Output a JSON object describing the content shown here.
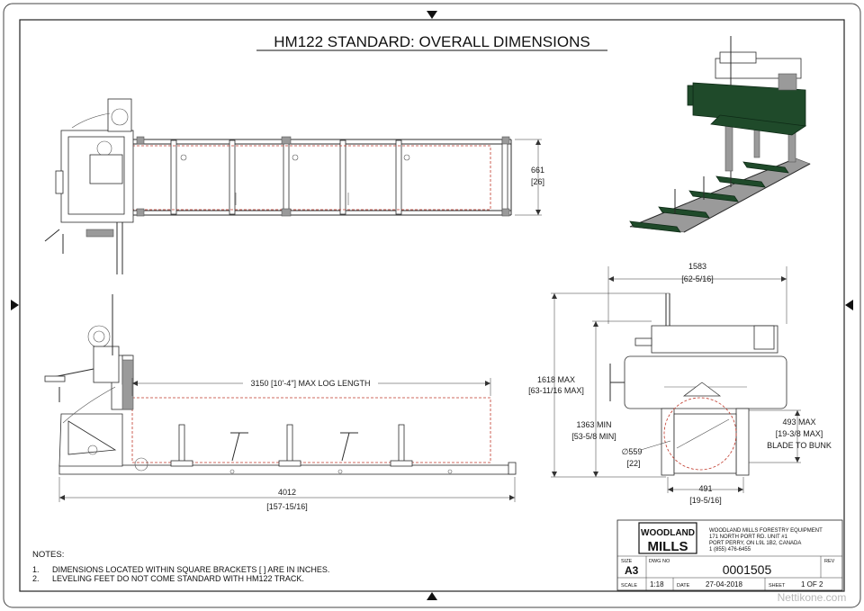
{
  "title": "HM122 STANDARD: OVERALL DIMENSIONS",
  "top_view": {
    "height_mm": "661",
    "height_in": "[26]"
  },
  "side_view": {
    "log_length": "3150 [10'-4\"] MAX LOG LENGTH",
    "overall_mm": "4012",
    "overall_in": "[157-15/16]"
  },
  "end_view": {
    "width_mm": "1583",
    "width_in": "[62-5/16]",
    "max_height_mm": "1618 MAX",
    "max_height_in": "[63-11/16 MAX]",
    "min_height_mm": "1363 MIN",
    "min_height_in": "[53-5/8 MIN]",
    "diameter_mm": "∅559",
    "diameter_in": "[22]",
    "blade_mm": "493 MAX",
    "blade_in": "[19-3/8 MAX]",
    "blade_label": "BLADE TO BUNK",
    "bottom_mm": "491",
    "bottom_in": "[19-5/16]"
  },
  "notes": {
    "heading": "NOTES:",
    "items": [
      {
        "num": "1.",
        "text": "DIMENSIONS LOCATED WITHIN SQUARE BRACKETS [ ] ARE IN INCHES."
      },
      {
        "num": "2.",
        "text": "LEVELING FEET DO NOT COME STANDARD WITH HM122 TRACK."
      }
    ]
  },
  "title_block": {
    "logo_line1": "WOODLAND",
    "logo_line2": "MILLS",
    "company": "WOODLAND MILLS FORESTRY EQUIPMENT",
    "address1": "171 NORTH PORT RD. UNIT #1",
    "address2": "PORT PERRY, ON L9L 1B2, CANADA",
    "phone": "1 (855) 476-6455",
    "size_label": "SIZE",
    "size_value": "A3",
    "dwg_label": "DWG NO",
    "dwg_value": "0001505",
    "rev_label": "REV",
    "scale_label": "SCALE",
    "scale_value": "1:18",
    "date_label": "DATE",
    "date_value": "27-04-2018",
    "sheet_label": "SHEET",
    "sheet_value": "1 OF 2"
  },
  "watermark": "Nettikone.com",
  "colors": {
    "frame": "#2b2b2b",
    "log_outline": "#c0392b",
    "head_green": "#1f4a2a"
  }
}
